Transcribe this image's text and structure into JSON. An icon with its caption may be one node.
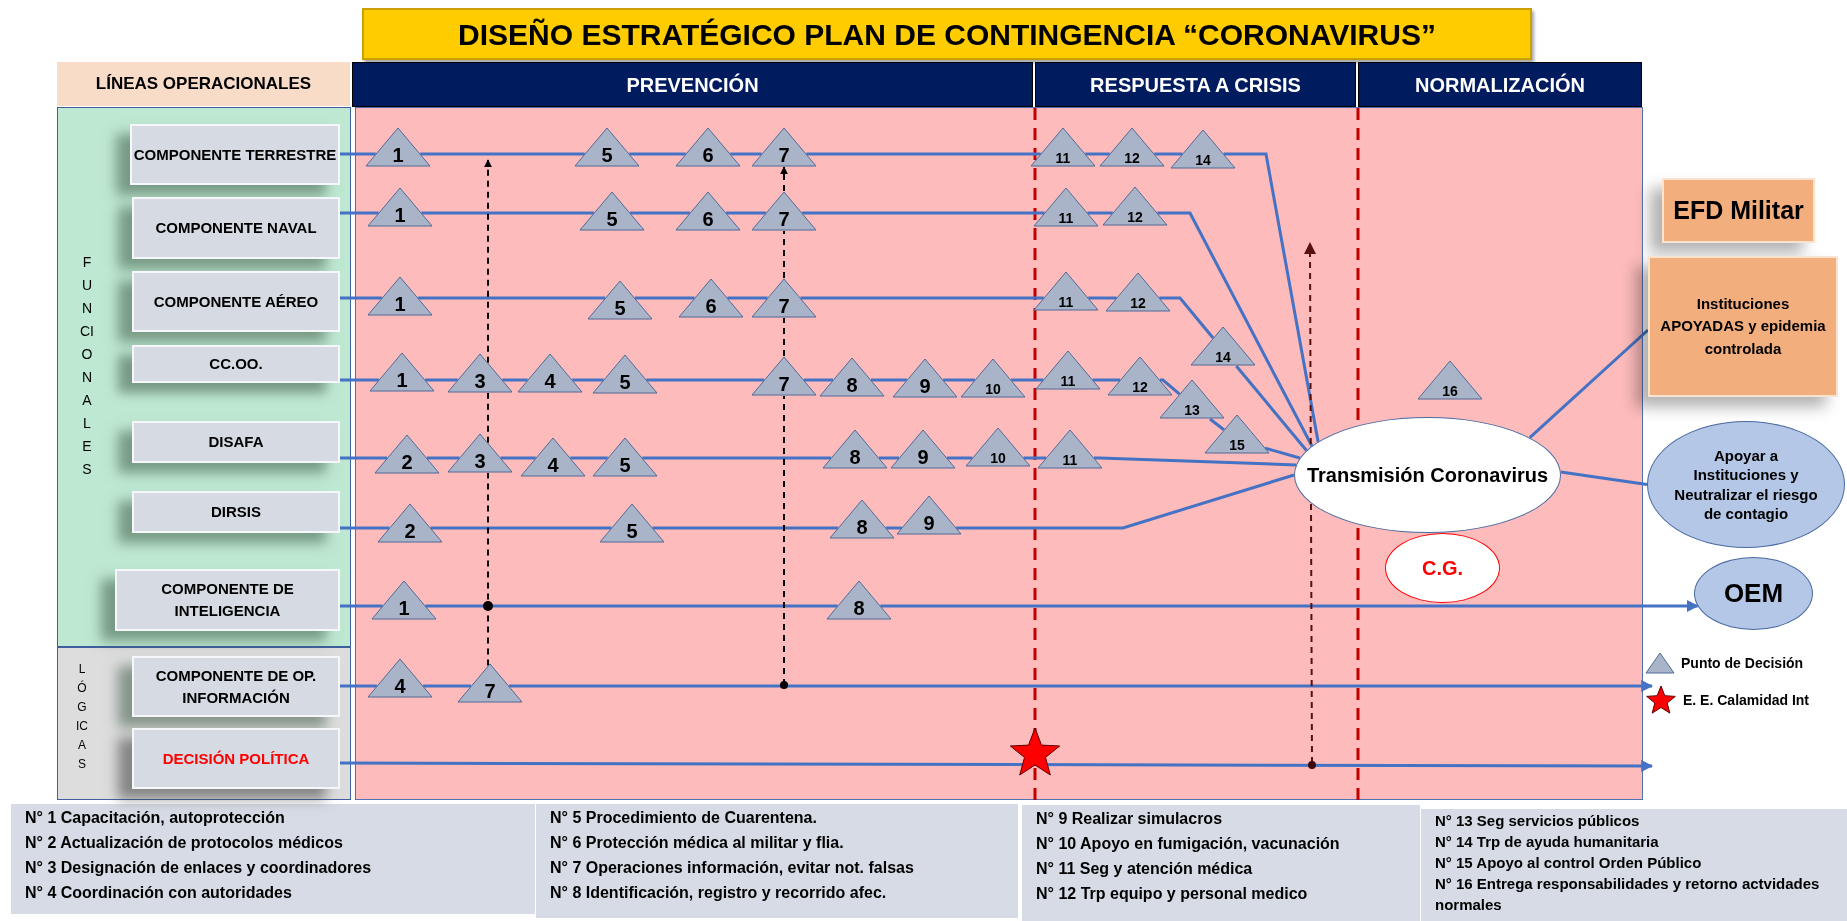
{
  "diagram": {
    "title": "DISEÑO ESTRATÉGICO PLAN DE CONTINGENCIA “CORONAVIRUS”",
    "nodes": [
      {
        "text": [
          "LÍNEAS OPERACIONALES"
        ]
      },
      {
        "text": [
          "PREVENCIÓN"
        ]
      },
      {
        "text": [
          "RESPUESTA A CRISIS"
        ]
      },
      {
        "text": [
          "NORMALIZACIÓN"
        ]
      },
      {
        "text": [
          "FUNCIONALES"
        ]
      },
      {
        "text": [
          "COMPONENTE TERRESTRE"
        ],
        "in": 4
      },
      {
        "text": [
          "COMPONENTE NAVAL"
        ],
        "in": 4
      },
      {
        "text": [
          "COMPONENTE AÉREO"
        ],
        "in": 4
      },
      {
        "text": [
          "CC.OO."
        ],
        "in": 4
      },
      {
        "text": [
          "DISAFA"
        ],
        "in": 4
      },
      {
        "text": [
          "DIRSIS"
        ],
        "in": 4
      },
      {
        "text": [
          "COMPONENTE DE INTELIGENCIA"
        ],
        "in": 4
      },
      {
        "text": [
          "LÓGICAS"
        ]
      },
      {
        "text": [
          "COMPONENTE DE OP. INFORMACIÓN"
        ],
        "in": 12
      },
      {
        "text": [
          "DECISIÓN POLÍTICA"
        ],
        "in": 12
      },
      {
        "text": [
          "EFD Militar"
        ]
      },
      {
        "text": [
          "Instituciones APOYADAS y epidemia controlada"
        ]
      },
      {
        "text": [
          "Transmisión Coronavirus"
        ]
      },
      {
        "text": [
          "Apoyar a Instituciones y Neutralizar el riesgo de contagio"
        ]
      },
      {
        "text": [
          "C.G."
        ]
      },
      {
        "text": [
          "OEM"
        ]
      },
      {
        "text": [
          "1"
        ]
      },
      {
        "text": [
          "5"
        ]
      },
      {
        "text": [
          "6"
        ]
      },
      {
        "text": [
          "7"
        ]
      },
      {
        "text": [
          "11"
        ]
      },
      {
        "text": [
          "12"
        ]
      },
      {
        "text": [
          "14"
        ]
      },
      {
        "text": [
          "1"
        ]
      },
      {
        "text": [
          "5"
        ]
      },
      {
        "text": [
          "6"
        ]
      },
      {
        "text": [
          "7"
        ]
      },
      {
        "text": [
          "11"
        ]
      },
      {
        "text": [
          "12"
        ]
      },
      {
        "text": [
          "1"
        ]
      },
      {
        "text": [
          "5"
        ]
      },
      {
        "text": [
          "6"
        ]
      },
      {
        "text": [
          "7"
        ]
      },
      {
        "text": [
          "11"
        ]
      },
      {
        "text": [
          "12"
        ]
      },
      {
        "text": [
          "14"
        ]
      },
      {
        "text": [
          "1"
        ]
      },
      {
        "text": [
          "3"
        ]
      },
      {
        "text": [
          "4"
        ]
      },
      {
        "text": [
          "5"
        ]
      },
      {
        "text": [
          "7"
        ]
      },
      {
        "text": [
          "8"
        ]
      },
      {
        "text": [
          "9"
        ]
      },
      {
        "text": [
          "10"
        ]
      },
      {
        "text": [
          "11"
        ]
      },
      {
        "text": [
          "12"
        ]
      },
      {
        "text": [
          "13"
        ]
      },
      {
        "text": [
          "15"
        ]
      },
      {
        "text": [
          "2"
        ]
      },
      {
        "text": [
          "3"
        ]
      },
      {
        "text": [
          "4"
        ]
      },
      {
        "text": [
          "5"
        ]
      },
      {
        "text": [
          "8"
        ]
      },
      {
        "text": [
          "9"
        ]
      },
      {
        "text": [
          "10"
        ]
      },
      {
        "text": [
          "11"
        ]
      },
      {
        "text": [
          "2"
        ]
      },
      {
        "text": [
          "5"
        ]
      },
      {
        "text": [
          "8"
        ]
      },
      {
        "text": [
          "9"
        ]
      },
      {
        "text": [
          "1"
        ]
      },
      {
        "text": [
          "8"
        ]
      },
      {
        "text": [
          "4"
        ]
      },
      {
        "text": [
          "7"
        ]
      },
      {
        "text": [
          "16"
        ]
      }
    ],
    "edges": [
      {
        "from": 5,
        "to": 21,
        "arrow": "none"
      },
      {
        "from": 21,
        "to": 22,
        "arrow": "none"
      },
      {
        "from": 22,
        "to": 23,
        "arrow": "none"
      },
      {
        "from": 23,
        "to": 24,
        "arrow": "none"
      },
      {
        "from": 24,
        "to": 25,
        "arrow": "none"
      },
      {
        "from": 25,
        "to": 26,
        "arrow": "none"
      },
      {
        "from": 26,
        "to": 27,
        "arrow": "none"
      },
      {
        "from": 27,
        "to": 17,
        "arrow": "none"
      },
      {
        "from": 6,
        "to": 28,
        "arrow": "none"
      },
      {
        "from": 28,
        "to": 29,
        "arrow": "none"
      },
      {
        "from": 29,
        "to": 30,
        "arrow": "none"
      },
      {
        "from": 30,
        "to": 31,
        "arrow": "none"
      },
      {
        "from": 31,
        "to": 32,
        "arrow": "none"
      },
      {
        "from": 32,
        "to": 33,
        "arrow": "none"
      },
      {
        "from": 33,
        "to": 17,
        "arrow": "none"
      },
      {
        "from": 7,
        "to": 34,
        "arrow": "none"
      },
      {
        "from": 34,
        "to": 35,
        "arrow": "none"
      },
      {
        "from": 35,
        "to": 36,
        "arrow": "none"
      },
      {
        "from": 36,
        "to": 37,
        "arrow": "none"
      },
      {
        "from": 37,
        "to": 38,
        "arrow": "none"
      },
      {
        "from": 38,
        "to": 39,
        "arrow": "none"
      },
      {
        "from": 39,
        "to": 40,
        "arrow": "none"
      },
      {
        "from": 40,
        "to": 17,
        "arrow": "none"
      },
      {
        "from": 8,
        "to": 41,
        "arrow": "none"
      },
      {
        "from": 41,
        "to": 42,
        "arrow": "none"
      },
      {
        "from": 42,
        "to": 43,
        "arrow": "none"
      },
      {
        "from": 43,
        "to": 44,
        "arrow": "none"
      },
      {
        "from": 44,
        "to": 45,
        "arrow": "none"
      },
      {
        "from": 45,
        "to": 46,
        "arrow": "none"
      },
      {
        "from": 46,
        "to": 47,
        "arrow": "none"
      },
      {
        "from": 47,
        "to": 48,
        "arrow": "none"
      },
      {
        "from": 48,
        "to": 49,
        "arrow": "none"
      },
      {
        "from": 49,
        "to": 50,
        "arrow": "none"
      },
      {
        "from": 50,
        "to": 51,
        "arrow": "none"
      },
      {
        "from": 51,
        "to": 52,
        "arrow": "none"
      },
      {
        "from": 52,
        "to": 17,
        "arrow": "none"
      },
      {
        "from": 9,
        "to": 53,
        "arrow": "none"
      },
      {
        "from": 53,
        "to": 54,
        "arrow": "none"
      },
      {
        "from": 54,
        "to": 55,
        "arrow": "none"
      },
      {
        "from": 55,
        "to": 56,
        "arrow": "none"
      },
      {
        "from": 56,
        "to": 57,
        "arrow": "none"
      },
      {
        "from": 57,
        "to": 58,
        "arrow": "none"
      },
      {
        "from": 58,
        "to": 59,
        "arrow": "none"
      },
      {
        "from": 59,
        "to": 60,
        "arrow": "none"
      },
      {
        "from": 60,
        "to": 17,
        "arrow": "none"
      },
      {
        "from": 10,
        "to": 61,
        "arrow": "none"
      },
      {
        "from": 61,
        "to": 62,
        "arrow": "none"
      },
      {
        "from": 62,
        "to": 63,
        "arrow": "none"
      },
      {
        "from": 63,
        "to": 64,
        "arrow": "none"
      },
      {
        "from": 64,
        "to": 17,
        "arrow": "none"
      },
      {
        "from": 11,
        "to": 65,
        "arrow": "none"
      },
      {
        "from": 65,
        "to": 66,
        "arrow": "none"
      },
      {
        "from": 66,
        "to": 20,
        "arrow": "to"
      },
      {
        "from": 13,
        "to": 67,
        "arrow": "none"
      },
      {
        "from": 67,
        "to": 68,
        "arrow": "none"
      },
      {
        "from": 68,
        "to": null,
        "arrow": "to"
      },
      {
        "from": 14,
        "to": null,
        "arrow": "to"
      },
      {
        "from": 17,
        "to": 16,
        "arrow": "none"
      },
      {
        "from": 17,
        "to": 18,
        "arrow": "none"
      },
      {
        "from": 68,
        "to": 54,
        "arrow": "none",
        "style": "dashed",
        "color": "#000000"
      },
      {
        "from": 54,
        "to": 42,
        "arrow": "none",
        "style": "dashed",
        "color": "#000000"
      },
      {
        "from": 42,
        "to": null,
        "arrow": "to",
        "style": "dashed",
        "color": "#000000"
      },
      {
        "from": null,
        "to": 45,
        "arrow": "other",
        "style": "dashed",
        "color": "#000000"
      },
      {
        "from": 45,
        "to": 37,
        "arrow": "none",
        "style": "dashed",
        "color": "#000000"
      },
      {
        "from": 37,
        "to": 31,
        "arrow": "none",
        "style": "dashed",
        "color": "#000000"
      },
      {
        "from": 31,
        "to": 24,
        "arrow": "to",
        "style": "dashed",
        "color": "#000000"
      }
    ],
    "labels": [
      "N° 1 Capacitación, autoprotección",
      "N° 2 Actualización de protocolos médicos",
      "N° 3 Designación de enlaces y coordinadores",
      "N° 4 Coordinación con autoridades",
      "N° 5 Procedimiento de Cuarentena.",
      "N° 6 Protección médica al militar y flia.",
      "N° 7 Operaciones información, evitar not. falsas",
      "N° 8 Identificación, registro y recorrido afec.",
      "N° 9 Realizar simulacros",
      "N° 10 Apoyo en fumigación, vacunación",
      "N° 11 Seg y atención médica",
      "N° 12 Trp equipo y personal medico",
      "N° 13 Seg servicios públicos",
      "N° 14 Trp de ayuda humanitaria",
      "N° 15 Apoyo al control Orden Público",
      "N° 16 Entrega responsabilidades y retorno actvidades normales"
    ],
    "legend": [
      {
        "text": "Punto de Decisión"
      },
      {
        "text": "E. E. Calamidad Int"
      }
    ]
  }
}
